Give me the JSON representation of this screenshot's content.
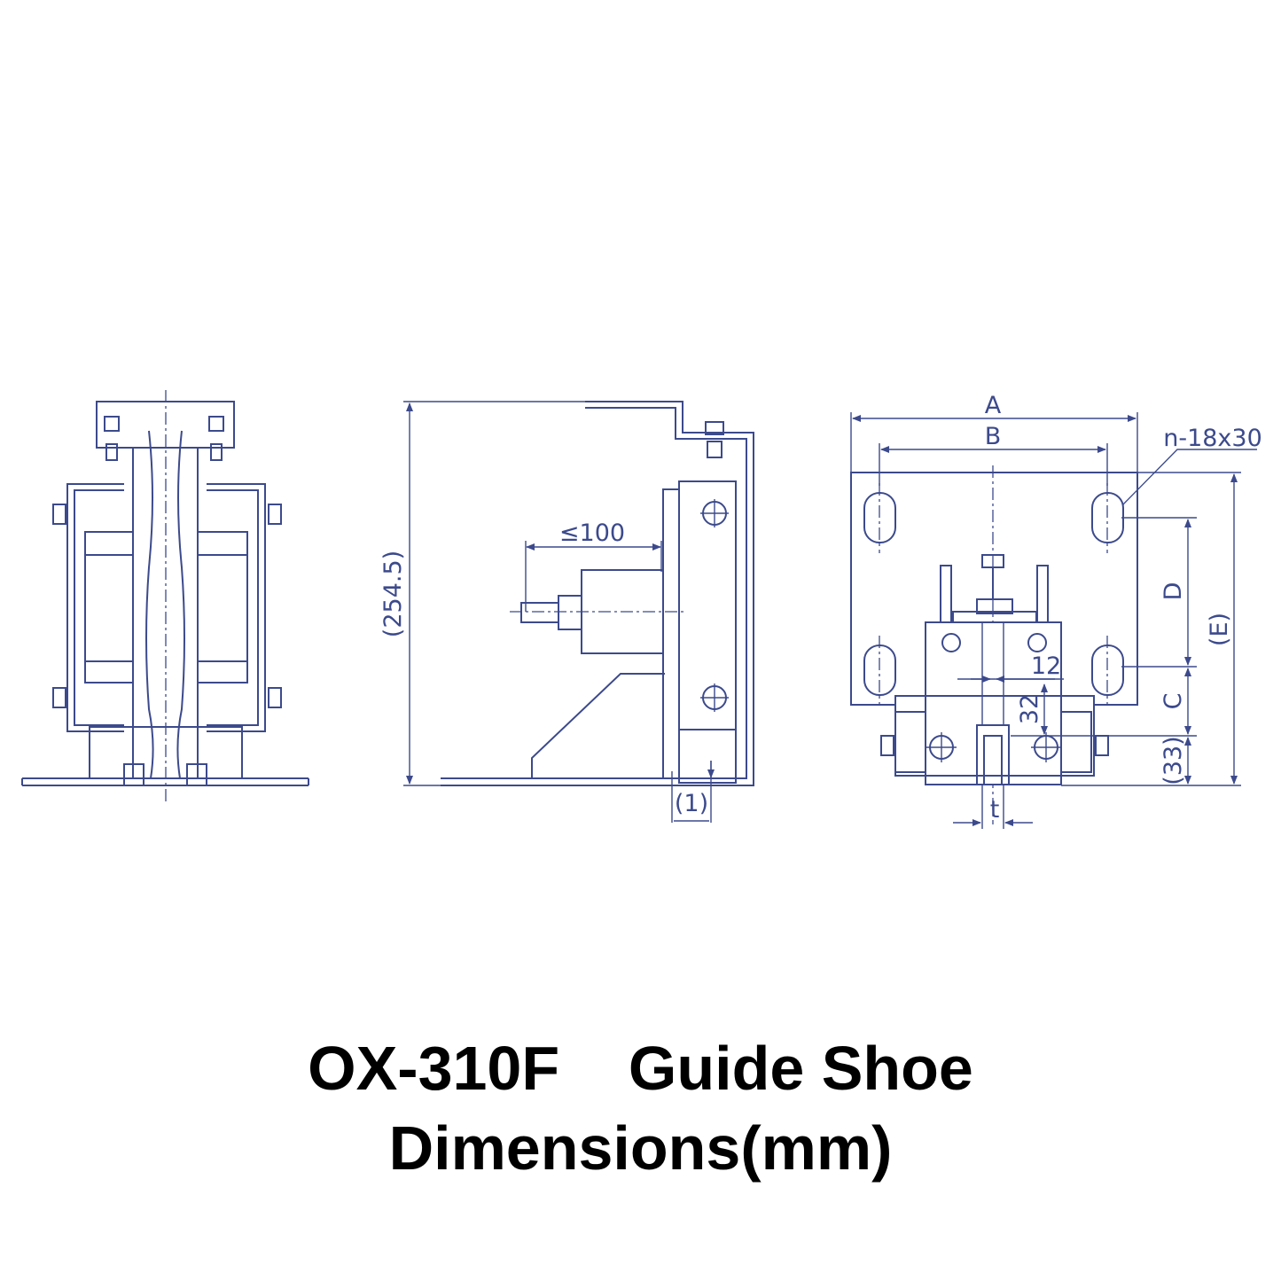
{
  "caption": {
    "line1": "OX-310F    Guide Shoe",
    "line2": "Dimensions(mm)"
  },
  "dimensions": {
    "overall_height": "(254.5)",
    "max_reach": "≤100",
    "gap": "(1)",
    "width_a": "A",
    "width_b": "B",
    "slot_spec": "n-18x30",
    "height_d": "D",
    "height_e": "(E)",
    "offset_12": "12",
    "offset_32": "32",
    "height_c": "C",
    "height_33": "(33)",
    "rail_t": "t"
  },
  "colors": {
    "line": "#3c4a8c",
    "caption": "#000000"
  }
}
